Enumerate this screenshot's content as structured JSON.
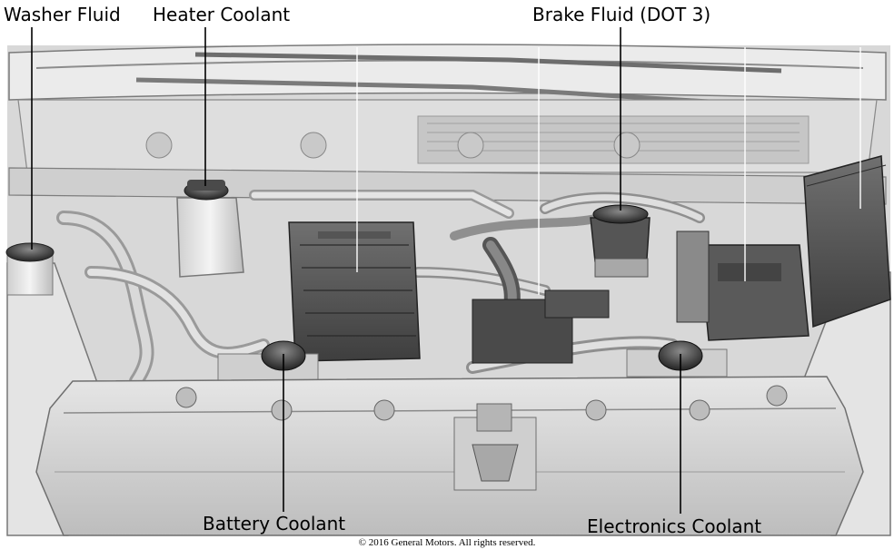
{
  "labels": {
    "washer_fluid": "Washer Fluid",
    "heater_coolant": "Heater Coolant",
    "brake_fluid": "Brake Fluid (DOT 3)",
    "battery_coolant": "Battery Coolant",
    "electronics_coolant": "Electronics Coolant"
  },
  "copyright": "© 2016 General Motors. All rights reserved."
}
